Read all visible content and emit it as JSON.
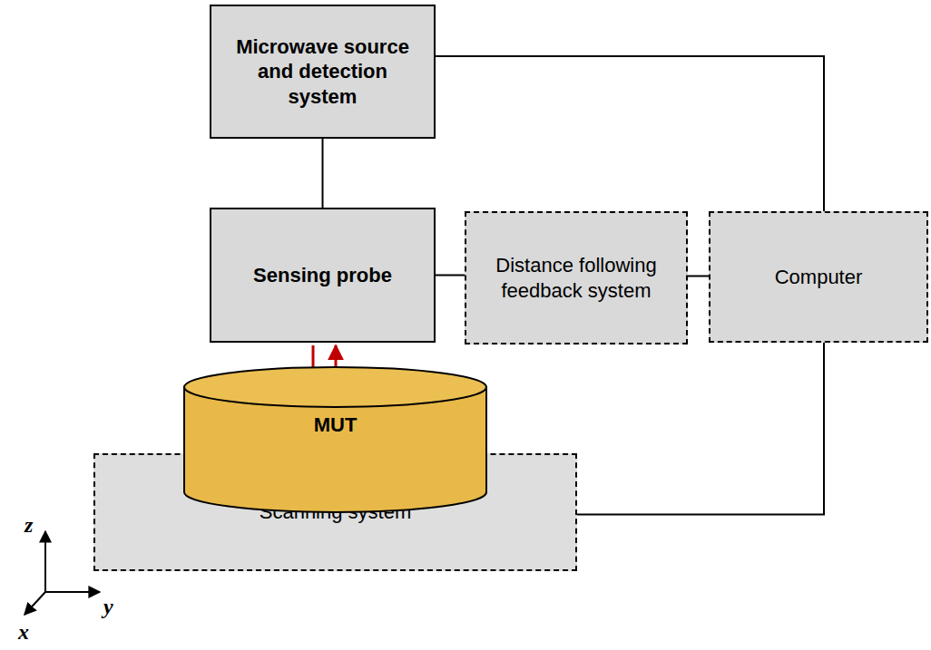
{
  "diagram": {
    "nodes": [
      {
        "text": [
          "Microwave source and detection system"
        ]
      },
      {
        "text": [
          "Sensing probe"
        ]
      },
      {
        "text": [
          "Distance following feedback system"
        ]
      },
      {
        "text": [
          "Computer"
        ]
      },
      {
        "text": [
          "MUT"
        ]
      },
      {
        "text": [
          "Scanning system"
        ]
      }
    ],
    "edges": [
      {
        "from": 0,
        "to": 1,
        "arrow": "none"
      },
      {
        "from": 0,
        "to": 3,
        "arrow": "none"
      },
      {
        "from": 1,
        "to": 2,
        "arrow": "none"
      },
      {
        "from": 2,
        "to": 3,
        "arrow": "none"
      },
      {
        "from": 3,
        "to": 5,
        "arrow": "none"
      },
      {
        "from": 1,
        "to": 4,
        "arrow": "to"
      },
      {
        "from": 4,
        "to": 1,
        "arrow": "to"
      }
    ],
    "labels": [
      "z",
      "y",
      "x"
    ]
  }
}
